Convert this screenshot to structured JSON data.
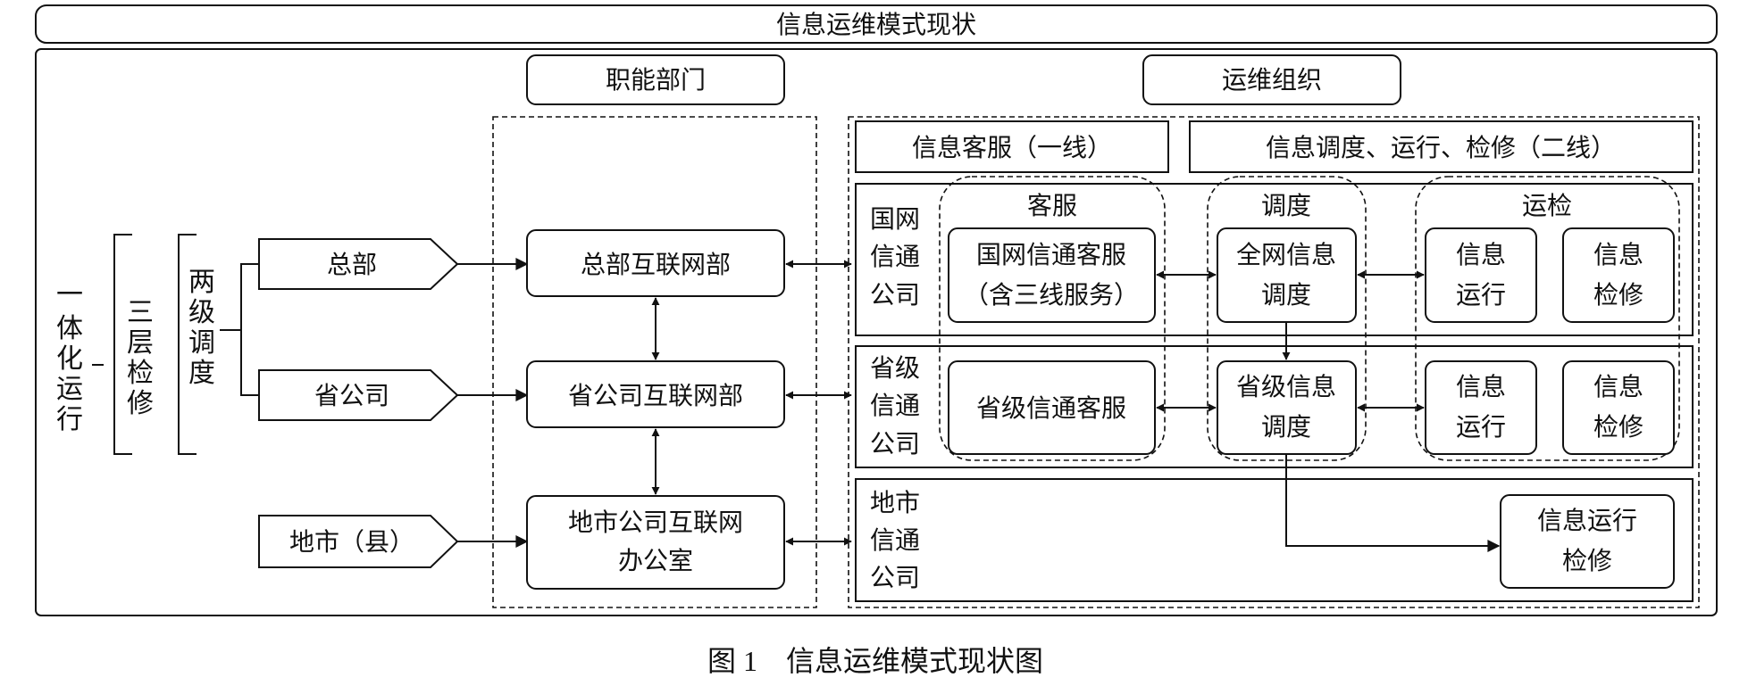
{
  "header": {
    "title": "信息运维模式现状"
  },
  "columns": {
    "functional": "职能部门",
    "operations": "运维组织"
  },
  "left": {
    "mode": "一体化运行",
    "repair": "三层检修",
    "dispatch": "两级调度",
    "levels": [
      "总部",
      "省公司",
      "地市（县）"
    ]
  },
  "departments": {
    "hq": "总部互联网部",
    "prov": "省公司互联网部",
    "city_line1": "地市公司互联网",
    "city_line2": "办公室"
  },
  "lines": {
    "first": "信息客服（一线）",
    "second": "信息调度、运行、检修（二线）"
  },
  "groups": {
    "service": "客服",
    "dispatch": "调度",
    "inspection": "运检"
  },
  "orgs": {
    "sgcc": [
      "国网",
      "信通",
      "公司"
    ],
    "prov": [
      "省级",
      "信通",
      "公司"
    ],
    "city": [
      "地市",
      "信通",
      "公司"
    ]
  },
  "nodes": {
    "sgcc_service": [
      "国网信通客服",
      "（含三线服务）"
    ],
    "prov_service": "省级信通客服",
    "sgcc_dispatch": [
      "全网信息",
      "调度"
    ],
    "prov_dispatch": [
      "省级信息",
      "调度"
    ],
    "info_run": [
      "信息",
      "运行"
    ],
    "info_repair": [
      "信息",
      "检修"
    ],
    "city_om": [
      "信息运行",
      "检修"
    ]
  },
  "caption": "图 1　信息运维模式现状图"
}
